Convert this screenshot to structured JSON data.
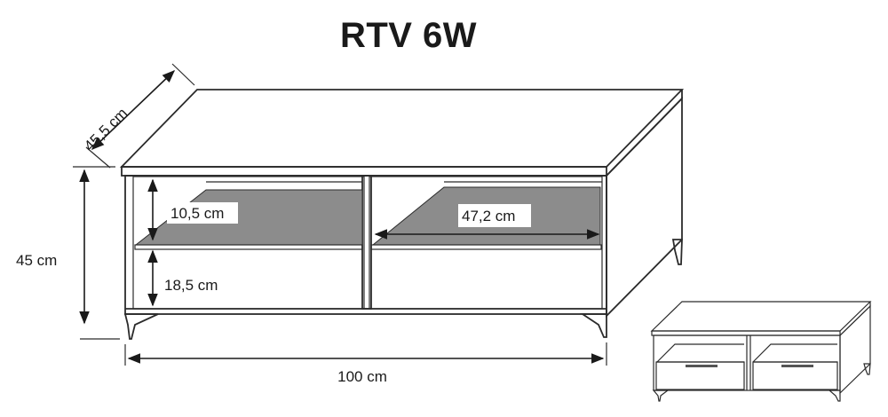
{
  "title": "RTV 6W",
  "dimensions": {
    "depth": "45,5 cm",
    "height": "45 cm",
    "width": "100 cm",
    "upper_gap": "10,5 cm",
    "lower_gap": "18,5 cm",
    "shelf_width": "47,2 cm"
  },
  "colors": {
    "shelf": "#8c8c8c",
    "line": "#2b2b2b"
  }
}
